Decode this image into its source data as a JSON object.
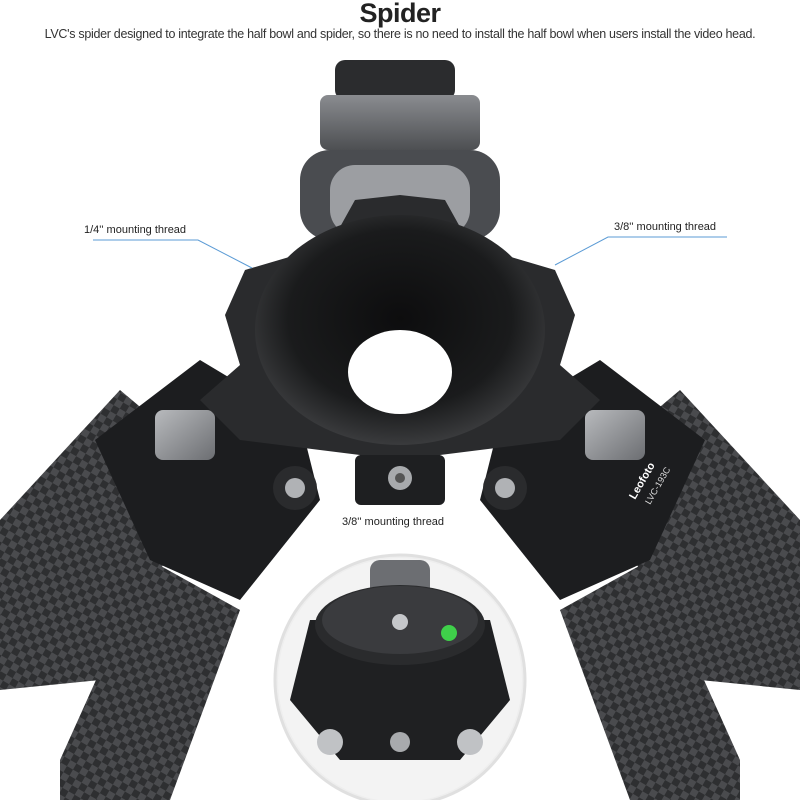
{
  "header": {
    "title": "Spider",
    "subtitle": "LVC's spider designed to integrate the half bowl and spider, so there is no need to install the half bowl when users install the video head."
  },
  "callouts": [
    {
      "label": "1/4'' mounting thread",
      "position": "left"
    },
    {
      "label": "3/8'' mounting thread",
      "position": "right"
    },
    {
      "label": "3/8'' mounting thread",
      "position": "bottom"
    }
  ],
  "product": {
    "brand": "Leofoto",
    "model": "LVC-193C"
  },
  "colors": {
    "callout_line": "#5b9bd5",
    "metal_dark": "#1e1f21",
    "carbon": "#3a3b3d",
    "bubble_level": "#3fd04a"
  }
}
